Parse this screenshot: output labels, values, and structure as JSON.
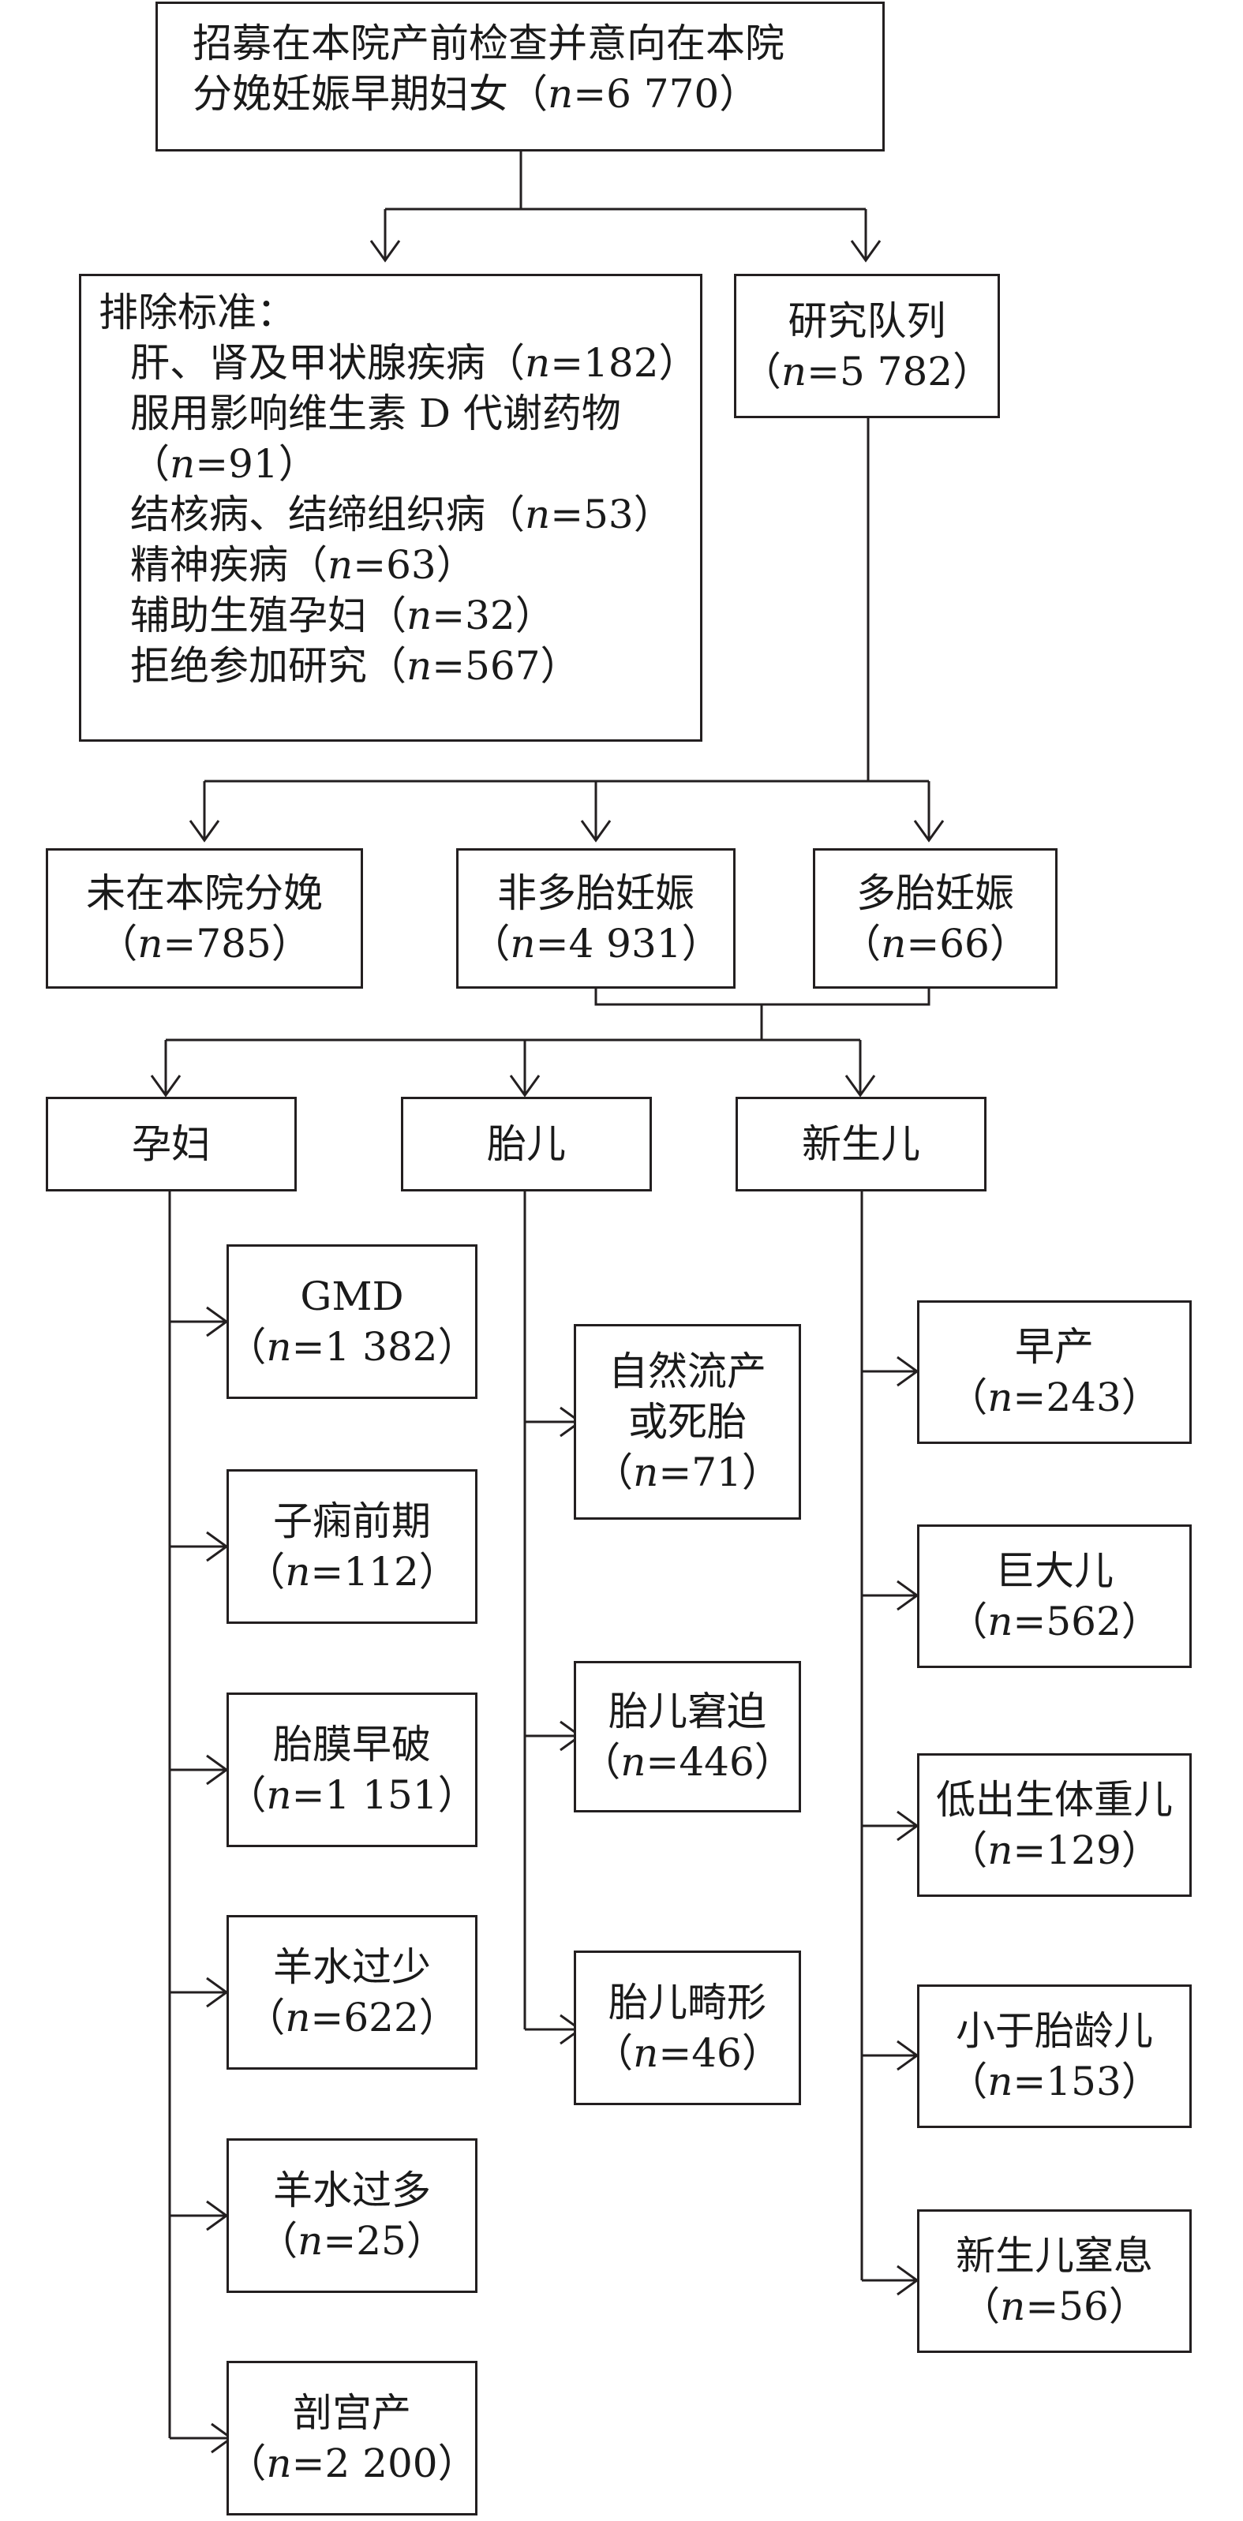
{
  "recruit": {
    "lines": [
      "招募在本院产前检查并意向在本院",
      "分娩妊娠早期妇女（"
    ],
    "n": "n",
    "count": "=6 770）"
  },
  "exclusion": {
    "title": "排除标准：",
    "items": [
      {
        "text": "肝、肾及甲状腺疾病（",
        "n": "n",
        "value": "=182）"
      },
      {
        "text": "服用影响维生素 D 代谢药物",
        "n": "",
        "value": ""
      },
      {
        "text": "（",
        "n": "n",
        "value": "=91）"
      },
      {
        "text": "结核病、结缔组织病（",
        "n": "n",
        "value": "=53）"
      },
      {
        "text": "精神疾病（",
        "n": "n",
        "value": "=63）"
      },
      {
        "text": "辅助生殖孕妇（",
        "n": "n",
        "value": "=32）"
      },
      {
        "text": "拒绝参加研究（",
        "n": "n",
        "value": "=567）"
      }
    ]
  },
  "cohort": {
    "label": "研究队列",
    "open": "（",
    "n": "n",
    "value": "=5 782）"
  },
  "split": [
    {
      "label": "未在本院分娩",
      "open": "（",
      "n": "n",
      "value": "=785）"
    },
    {
      "label": "非多胎妊娠",
      "open": "（",
      "n": "n",
      "value": "=4 931）"
    },
    {
      "label": "多胎妊娠",
      "open": "（",
      "n": "n",
      "value": "=66）"
    }
  ],
  "groups": [
    "孕妇",
    "胎儿",
    "新生儿"
  ],
  "maternal": [
    {
      "label": "GMD",
      "open": "（",
      "n": "n",
      "value": "=1 382）"
    },
    {
      "label": "子痫前期",
      "open": "（",
      "n": "n",
      "value": "=112）"
    },
    {
      "label": "胎膜早破",
      "open": "（",
      "n": "n",
      "value": "=1 151）"
    },
    {
      "label": "羊水过少",
      "open": "（",
      "n": "n",
      "value": "=622）"
    },
    {
      "label": "羊水过多",
      "open": "（",
      "n": "n",
      "value": "=25）"
    },
    {
      "label": "剖宫产",
      "open": "（",
      "n": "n",
      "value": "=2 200）"
    }
  ],
  "fetal": [
    {
      "lines": [
        "自然流产",
        "或死胎"
      ],
      "open": "（",
      "n": "n",
      "value": "=71）"
    },
    {
      "lines": [
        "胎儿窘迫"
      ],
      "open": "（",
      "n": "n",
      "value": "=446）"
    },
    {
      "lines": [
        "胎儿畸形"
      ],
      "open": "（",
      "n": "n",
      "value": "=46）"
    }
  ],
  "neonatal": [
    {
      "label": "早产",
      "open": "（",
      "n": "n",
      "value": "=243）"
    },
    {
      "label": "巨大儿",
      "open": "（",
      "n": "n",
      "value": "=562）"
    },
    {
      "label": "低出生体重儿",
      "open": "（",
      "n": "n",
      "value": "=129）"
    },
    {
      "label": "小于胎龄儿",
      "open": "（",
      "n": "n",
      "value": "=153）"
    },
    {
      "label": "新生儿窒息",
      "open": "（",
      "n": "n",
      "value": "=56）"
    }
  ]
}
